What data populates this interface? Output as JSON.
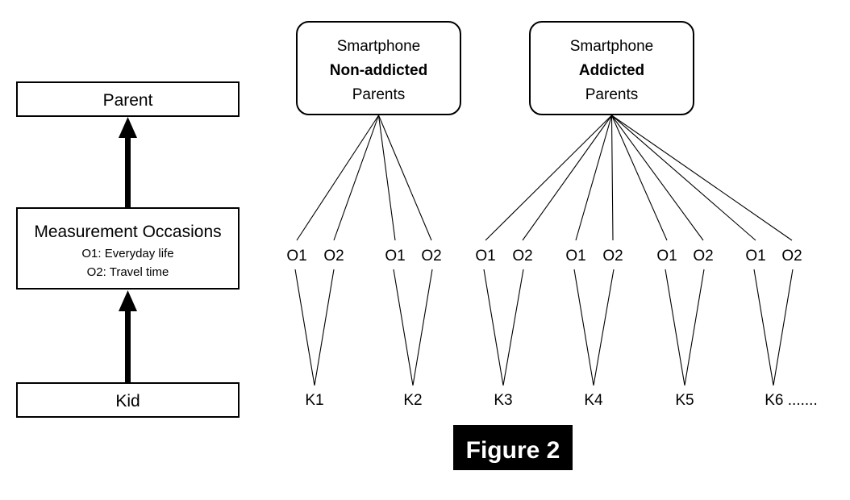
{
  "figure": {
    "caption": "Figure 2"
  },
  "legend_panel": {
    "levels": [
      {
        "id": "parent",
        "title": "Parent",
        "sub_lines": []
      },
      {
        "id": "measurement-occasions",
        "title": "Measurement Occasions",
        "sub_lines": [
          "O1: Everyday life",
          "O2: Travel time"
        ]
      },
      {
        "id": "kid",
        "title": "Kid",
        "sub_lines": []
      }
    ],
    "arrows": [
      {
        "id": "kid-to-measurement",
        "direction": "up"
      },
      {
        "id": "measurement-to-parent",
        "direction": "up"
      }
    ]
  },
  "tree": {
    "groups": [
      {
        "id": "non-addicted",
        "title_lines": [
          {
            "text": "Smartphone",
            "bold": false
          },
          {
            "text": "Non-addicted",
            "bold": true
          },
          {
            "text": "Parents",
            "bold": false
          }
        ],
        "occasion_labels": [
          "O1",
          "O2",
          "O1",
          "O2"
        ],
        "kid_labels": [
          "K1",
          "K2"
        ]
      },
      {
        "id": "addicted",
        "title_lines": [
          {
            "text": "Smartphone",
            "bold": false
          },
          {
            "text": "Addicted",
            "bold": true
          },
          {
            "text": "Parents",
            "bold": false
          }
        ],
        "occasion_labels": [
          "O1",
          "O2",
          "O1",
          "O2",
          "O1",
          "O2",
          "O1",
          "O2"
        ],
        "kid_labels": [
          "K3",
          "K4",
          "K5",
          "K6 ......."
        ]
      }
    ]
  },
  "colors": {
    "background": "#ffffff",
    "stroke": "#000000",
    "text": "#000000",
    "caption_background": "#000000",
    "caption_text": "#ffffff"
  }
}
